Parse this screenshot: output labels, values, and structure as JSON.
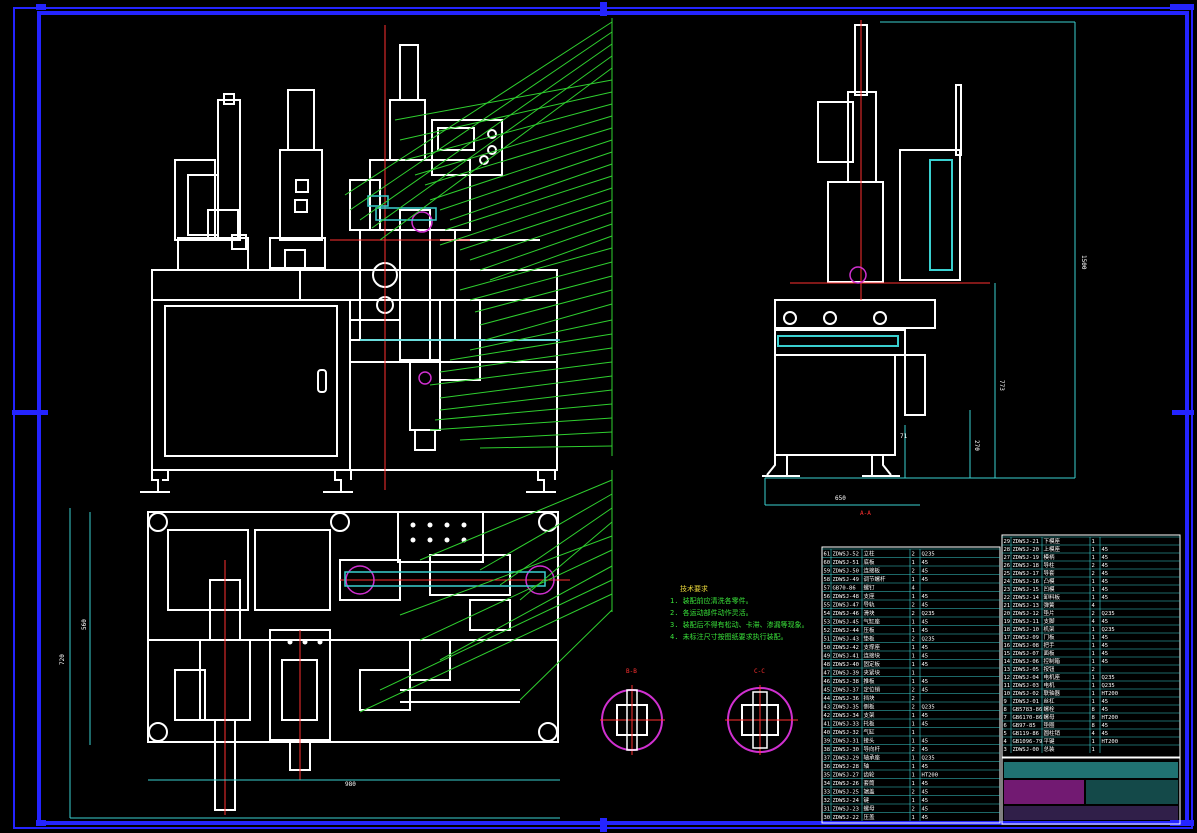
{
  "drawing": {
    "section_label": "A-A",
    "section_views": [
      "B-B",
      "C-C"
    ],
    "notes_title": "技术要求",
    "notes": [
      "1. 装配前应清洗各零件。",
      "2. 各运动部件动作灵活。",
      "3. 装配后不得有松动、卡滞、渗漏等现象。",
      "4. 未标注尺寸按图纸要求执行装配。"
    ],
    "dims": {
      "front_width": "980",
      "plan_height": "720",
      "plan_inner": "560",
      "side_height": "1500",
      "side_mid": "773",
      "side_low": "270",
      "side_width": "650",
      "small_71": "71"
    }
  },
  "bom": {
    "left_rows": [
      [
        "61",
        "ZDWSJ-52",
        "立柱",
        "2",
        "Q235"
      ],
      [
        "60",
        "ZDWSJ-51",
        "底板",
        "1",
        "45"
      ],
      [
        "59",
        "ZDWSJ-50",
        "连接板",
        "2",
        "45"
      ],
      [
        "58",
        "ZDWSJ-49",
        "调节螺杆",
        "1",
        "45"
      ],
      [
        "57",
        "GB70-86",
        "螺钉",
        "4",
        ""
      ],
      [
        "56",
        "ZDWSJ-48",
        "支座",
        "1",
        "45"
      ],
      [
        "55",
        "ZDWSJ-47",
        "导轨",
        "2",
        "45"
      ],
      [
        "54",
        "ZDWSJ-46",
        "滑块",
        "2",
        "Q235"
      ],
      [
        "53",
        "ZDWSJ-45",
        "气缸座",
        "1",
        "45"
      ],
      [
        "52",
        "ZDWSJ-44",
        "压板",
        "1",
        "45"
      ],
      [
        "51",
        "ZDWSJ-43",
        "垫板",
        "2",
        "Q235"
      ],
      [
        "50",
        "ZDWSJ-42",
        "支撑座",
        "1",
        "45"
      ],
      [
        "49",
        "ZDWSJ-41",
        "连接块",
        "1",
        "45"
      ],
      [
        "48",
        "ZDWSJ-40",
        "固定板",
        "1",
        "45"
      ],
      [
        "47",
        "ZDWSJ-39",
        "夹紧块",
        "1",
        ""
      ],
      [
        "46",
        "ZDWSJ-38",
        "推板",
        "1",
        "45"
      ],
      [
        "45",
        "ZDWSJ-37",
        "定位销",
        "2",
        "45"
      ],
      [
        "44",
        "ZDWSJ-36",
        "挡块",
        "2",
        ""
      ],
      [
        "43",
        "ZDWSJ-35",
        "侧板",
        "2",
        "Q235"
      ],
      [
        "42",
        "ZDWSJ-34",
        "支架",
        "1",
        "45"
      ],
      [
        "41",
        "ZDWSJ-33",
        "托板",
        "1",
        "45"
      ],
      [
        "40",
        "ZDWSJ-32",
        "气缸",
        "1",
        ""
      ],
      [
        "39",
        "ZDWSJ-31",
        "接头",
        "1",
        "45"
      ],
      [
        "38",
        "ZDWSJ-30",
        "导向杆",
        "2",
        "45"
      ],
      [
        "37",
        "ZDWSJ-29",
        "轴承座",
        "1",
        "Q235"
      ],
      [
        "36",
        "ZDWSJ-28",
        "轴",
        "1",
        "45"
      ],
      [
        "35",
        "ZDWSJ-27",
        "齿轮",
        "1",
        "HT200"
      ],
      [
        "34",
        "ZDWSJ-26",
        "套筒",
        "1",
        "45"
      ],
      [
        "33",
        "ZDWSJ-25",
        "端盖",
        "2",
        "45"
      ],
      [
        "32",
        "ZDWSJ-24",
        "键",
        "1",
        "45"
      ],
      [
        "31",
        "ZDWSJ-23",
        "螺母",
        "2",
        "45"
      ],
      [
        "30",
        "ZDWSJ-22",
        "压盖",
        "1",
        "45"
      ]
    ],
    "right_rows": [
      [
        "29",
        "ZDWSJ-21",
        "下模座",
        "1",
        ""
      ],
      [
        "28",
        "ZDWSJ-20",
        "上模座",
        "1",
        "45"
      ],
      [
        "27",
        "ZDWSJ-19",
        "模柄",
        "1",
        "45"
      ],
      [
        "26",
        "ZDWSJ-18",
        "导柱",
        "2",
        "45"
      ],
      [
        "25",
        "ZDWSJ-17",
        "导套",
        "2",
        "45"
      ],
      [
        "24",
        "ZDWSJ-16",
        "凸模",
        "1",
        "45"
      ],
      [
        "23",
        "ZDWSJ-15",
        "凹模",
        "1",
        "45"
      ],
      [
        "22",
        "ZDWSJ-14",
        "卸料板",
        "1",
        "45"
      ],
      [
        "21",
        "ZDWSJ-13",
        "弹簧",
        "4",
        ""
      ],
      [
        "20",
        "ZDWSJ-12",
        "垫片",
        "2",
        "Q235"
      ],
      [
        "19",
        "ZDWSJ-11",
        "支脚",
        "4",
        "45"
      ],
      [
        "18",
        "ZDWSJ-10",
        "机架",
        "1",
        "Q235"
      ],
      [
        "17",
        "ZDWSJ-09",
        "门板",
        "1",
        "45"
      ],
      [
        "16",
        "ZDWSJ-08",
        "把手",
        "1",
        "45"
      ],
      [
        "15",
        "ZDWSJ-07",
        "面板",
        "1",
        "45"
      ],
      [
        "14",
        "ZDWSJ-06",
        "控制箱",
        "1",
        "45"
      ],
      [
        "13",
        "ZDWSJ-05",
        "按钮",
        "2",
        ""
      ],
      [
        "12",
        "ZDWSJ-04",
        "电机座",
        "1",
        "Q235"
      ],
      [
        "11",
        "ZDWSJ-03",
        "电机",
        "1",
        "Q235"
      ],
      [
        "10",
        "ZDWSJ-02",
        "联轴器",
        "1",
        "HT200"
      ],
      [
        "9",
        "ZDWSJ-01",
        "丝杠",
        "1",
        "45"
      ],
      [
        "8",
        "GB5783-86",
        "螺栓",
        "8",
        "45"
      ],
      [
        "7",
        "GB6170-86",
        "螺母",
        "8",
        "HT200"
      ],
      [
        "6",
        "GB97-85",
        "垫圈",
        "8",
        "45"
      ],
      [
        "5",
        "GB119-86",
        "圆柱销",
        "4",
        "45"
      ],
      [
        "4",
        "GB1096-79",
        "平键",
        "1",
        "HT200"
      ],
      [
        "3",
        "ZDWSJ-00",
        "总装",
        "1",
        ""
      ]
    ],
    "title_block_rows": [
      "",
      "",
      ""
    ]
  }
}
